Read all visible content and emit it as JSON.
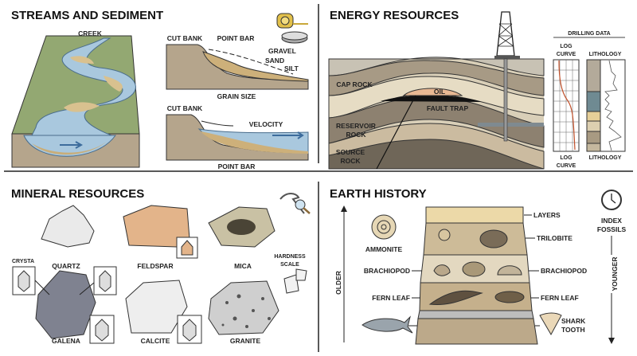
{
  "panels": {
    "streams": {
      "title": "STREAMS AND SEDIMENT",
      "creek": "CREEK",
      "upper": {
        "cut_bank": "CUT BANK",
        "point_bar": "POINT BAR",
        "gravel": "GRAVEL",
        "sand": "SAND",
        "silt": "SILT",
        "caption": "GRAIN SIZE"
      },
      "lower": {
        "cut_bank": "CUT BANK",
        "velocity": "VELOCITY",
        "caption": "POINT BAR"
      },
      "icons": [
        "tape-measure-icon",
        "sieve-icon"
      ]
    },
    "energy": {
      "title": "ENERGY RESOURCES",
      "cap_rock": "CAP ROCK",
      "oil": "OIL",
      "fault_trap": "FAULT TRAP",
      "reservoir_rock": [
        "RESERVOIR",
        "ROCK"
      ],
      "source_rock": [
        "SOURCE",
        "ROCK"
      ],
      "drilling": {
        "title": "DRILLING DATA",
        "log_curve_top": [
          "LOG",
          "CURVE"
        ],
        "lithology_top": "LITHOLOGY",
        "log_curve_bottom": [
          "LOG",
          "CURVE"
        ],
        "lithology_bottom": "LITHOLOGY"
      },
      "colors": {
        "oil": "#e8b893",
        "trap": "#111111",
        "log_curve": "#c0502a"
      }
    },
    "minerals": {
      "title": "MINERAL RESOURCES",
      "items": [
        "QUARTZ",
        "FELDSPAR",
        "MICA",
        "GALENA",
        "CALCITE",
        "GRANITE"
      ],
      "crystal_label": "CRYSTA",
      "hardness": [
        "HARDNESS",
        "SCALE"
      ],
      "icons": [
        "rock-hammer-icon",
        "magnifier-icon"
      ]
    },
    "history": {
      "title": "EARTH HISTORY",
      "older": "OLDER",
      "younger": "YOUNGER",
      "index_fossils": [
        "INDEX",
        "FOSSILS"
      ],
      "layers": "LAYERS",
      "ammonite": "AMMONITE",
      "trilobite": "TRILOBITE",
      "brachiopod_left": "BRACHIOPOD",
      "brachiopod_right": "BRACHIOPOD",
      "fern_left": "FERN LEAF",
      "fern_right": "FERN LEAF",
      "shark_tooth": [
        "SHARK",
        "TOOTH"
      ],
      "icons": [
        "clock-icon",
        "shark-icon"
      ]
    }
  }
}
